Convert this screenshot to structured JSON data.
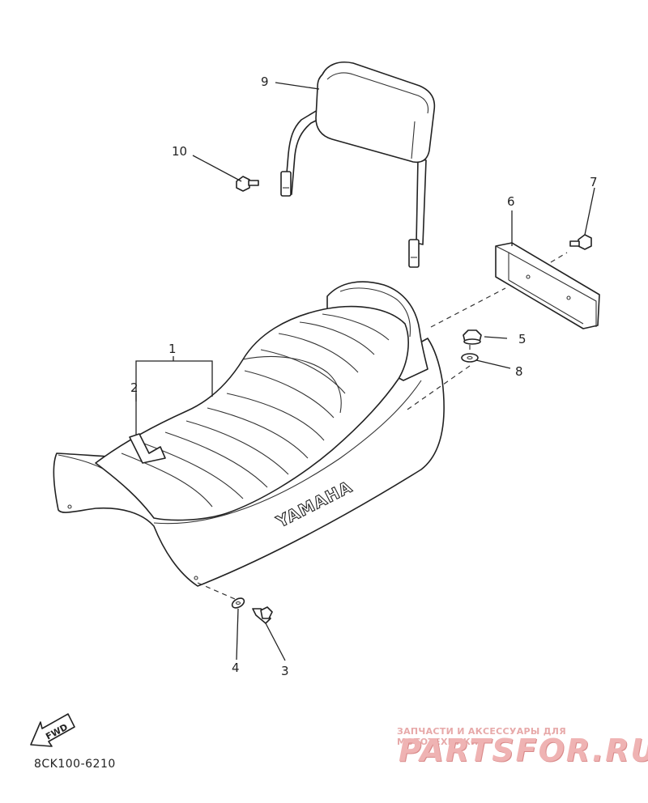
{
  "callouts": [
    "1",
    "2",
    "3",
    "4",
    "5",
    "6",
    "7",
    "8",
    "9",
    "10"
  ],
  "seat_brand": "YAMAHA",
  "fwd_label": "FWD",
  "diagram_code": "8CK100-6210",
  "watermark": {
    "subtitle": "ЗАПЧАСТИ И АКСЕССУАРЫ ДЛЯ МОТОТЕХНИКИ",
    "logo_text": "PARTSFOR.RU"
  }
}
